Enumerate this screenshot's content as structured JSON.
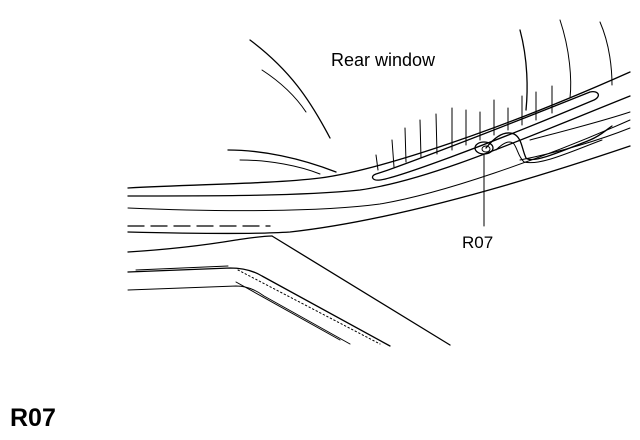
{
  "diagram": {
    "window_label": "Rear window",
    "connector_label": "R07"
  },
  "figure": {
    "id_label": "R07"
  }
}
